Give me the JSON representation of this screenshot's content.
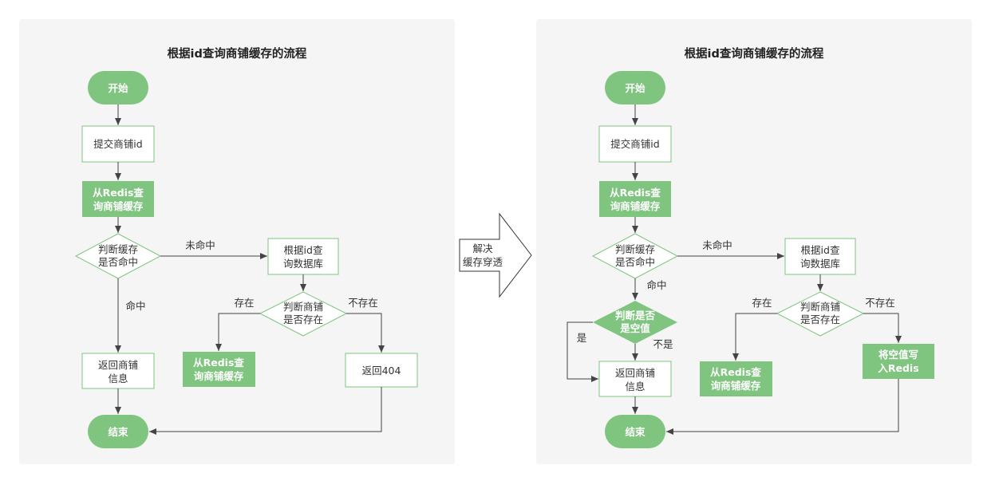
{
  "left_flow": {
    "title": "根据id查询商铺缓存的流程",
    "start": "开始",
    "submit": "提交商铺id",
    "query_redis": [
      "从Redis查",
      "询商铺缓存"
    ],
    "judge_cache": [
      "判断缓存",
      "是否命中"
    ],
    "miss_label": "未命中",
    "query_db": [
      "根据id查",
      "询数据库"
    ],
    "hit_label": "命中",
    "judge_exist": [
      "判断商铺",
      "是否存在"
    ],
    "exist_label": "存在",
    "not_exist_label": "不存在",
    "write_cache": [
      "从Redis查",
      "询商铺缓存"
    ],
    "return_info": [
      "返回商铺",
      "信息"
    ],
    "return_404": "返回404",
    "end": "结束"
  },
  "middle_arrow": {
    "text": [
      "解决",
      "缓存穿透"
    ]
  },
  "right_flow": {
    "title": "根据id查询商铺缓存的流程",
    "start": "开始",
    "submit": "提交商铺id",
    "query_redis": [
      "从Redis查",
      "询商铺缓存"
    ],
    "judge_cache": [
      "判断缓存",
      "是否命中"
    ],
    "miss_label": "未命中",
    "query_db": [
      "根据id查",
      "询数据库"
    ],
    "hit_label": "命中",
    "judge_null": [
      "判断是否",
      "是空值"
    ],
    "yes_label": "是",
    "no_label": "不是",
    "judge_exist": [
      "判断商铺",
      "是否存在"
    ],
    "exist_label": "存在",
    "not_exist_label": "不存在",
    "write_cache": [
      "从Redis查",
      "询商铺缓存"
    ],
    "write_null": [
      "将空值写",
      "入Redis"
    ],
    "return_info": [
      "返回商铺",
      "信息"
    ],
    "end": "结束"
  },
  "colors": {
    "green": "#7fc47f",
    "panel": "#f5f5f5",
    "edge": "#444444"
  }
}
